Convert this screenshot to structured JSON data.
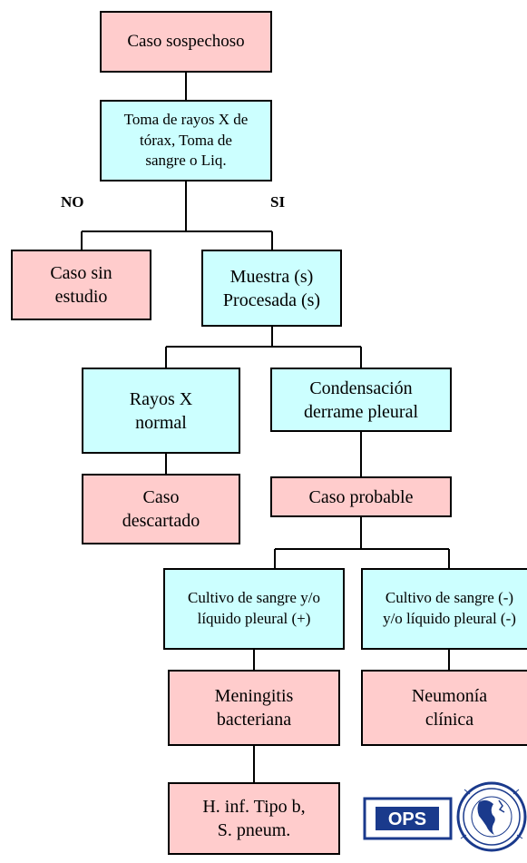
{
  "flowchart": {
    "caso_sospechoso": "Caso sospechoso",
    "toma_rayos": "Toma de rayos X de\ntórax, Toma de\nsangre o Liq.",
    "label_no": "NO",
    "label_si": "SI",
    "caso_sin_estudio": "Caso sin\nestudio",
    "muestra_procesada": "Muestra (s)\nProcesada (s)",
    "rayos_x_normal": "Rayos X\nnormal",
    "condensacion": "Condensación\nderrame pleural",
    "caso_descartado": "Caso\ndescartado",
    "caso_probable": "Caso probable",
    "cultivo_positivo": "Cultivo de sangre y/o\nlíquido pleural (+)",
    "cultivo_negativo": "Cultivo de sangre (-)\ny/o líquido pleural (-)",
    "meningitis": "Meningitis\nbacteriana",
    "neumonia": "Neumonía\nclínica",
    "h_inf": "H. inf. Tipo b,\nS. pneum."
  },
  "logo": {
    "text": "OPS"
  },
  "colors": {
    "pink_box": "#ffcccc",
    "cyan_box": "#ccffff",
    "logo_blue": "#1a3a8c"
  }
}
